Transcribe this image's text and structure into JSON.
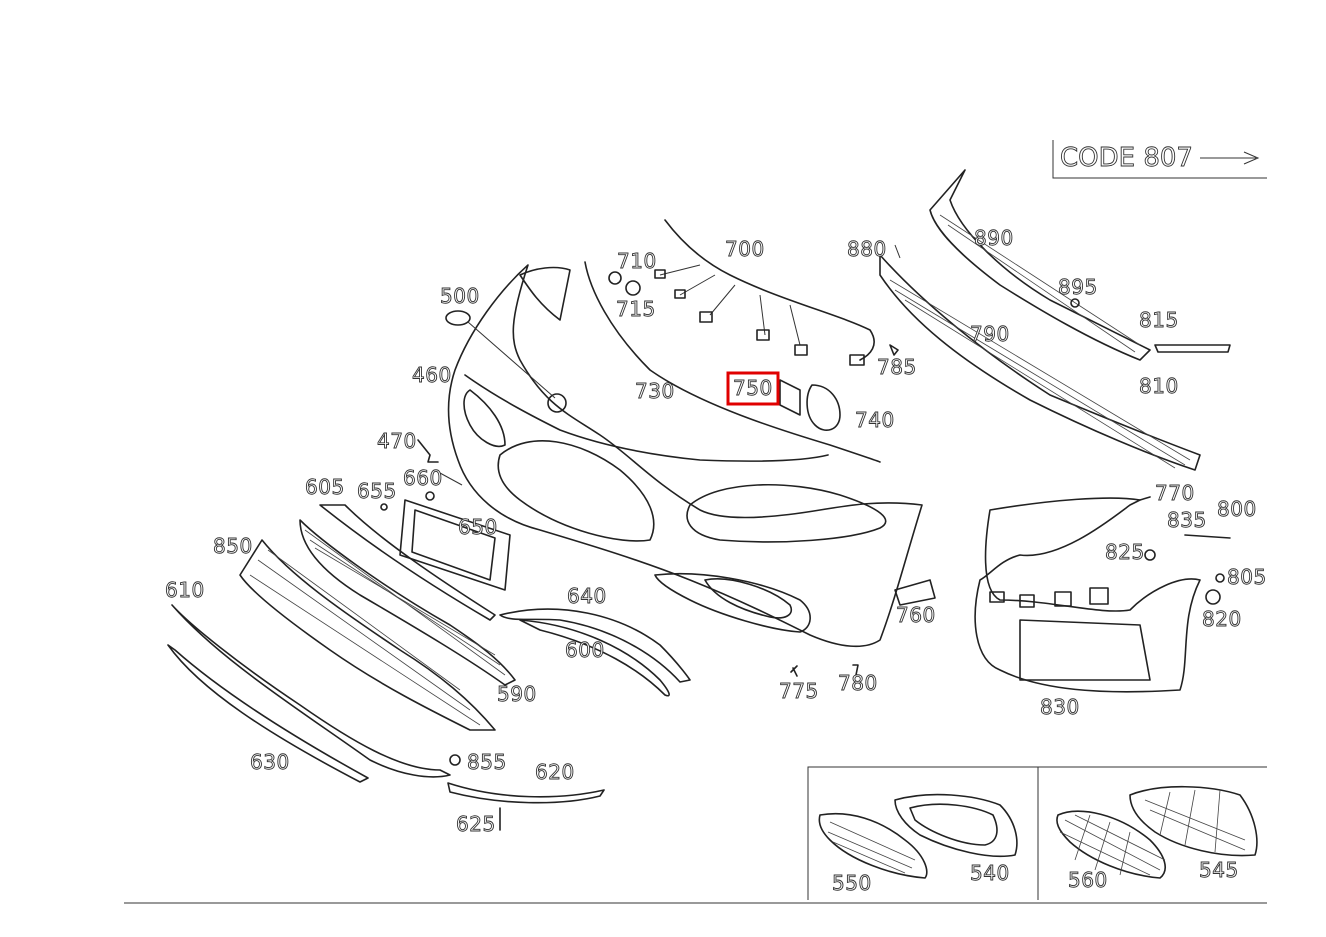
{
  "code_label": "CODE 807",
  "highlighted_part": "750",
  "colors": {
    "highlight": "#e00000",
    "line": "#222222",
    "background": "#ffffff"
  },
  "labels": {
    "l500": "500",
    "l460": "460",
    "l470": "470",
    "l605": "605",
    "l655": "655",
    "l660": "660",
    "l650": "650",
    "l850": "850",
    "l610": "610",
    "l630": "630",
    "l590": "590",
    "l640": "640",
    "l600": "600",
    "l855": "855",
    "l620": "620",
    "l625": "625",
    "l710": "710",
    "l700": "700",
    "l715": "715",
    "l730": "730",
    "l750": "750",
    "l740": "740",
    "l880": "880",
    "l785": "785",
    "l890": "890",
    "l790": "790",
    "l895": "895",
    "l815": "815",
    "l810": "810",
    "l770": "770",
    "l800": "800",
    "l835": "835",
    "l825": "825",
    "l805": "805",
    "l820": "820",
    "l760": "760",
    "l775": "775",
    "l780": "780",
    "l830": "830",
    "l550": "550",
    "l540": "540",
    "l560": "560",
    "l545": "545"
  }
}
